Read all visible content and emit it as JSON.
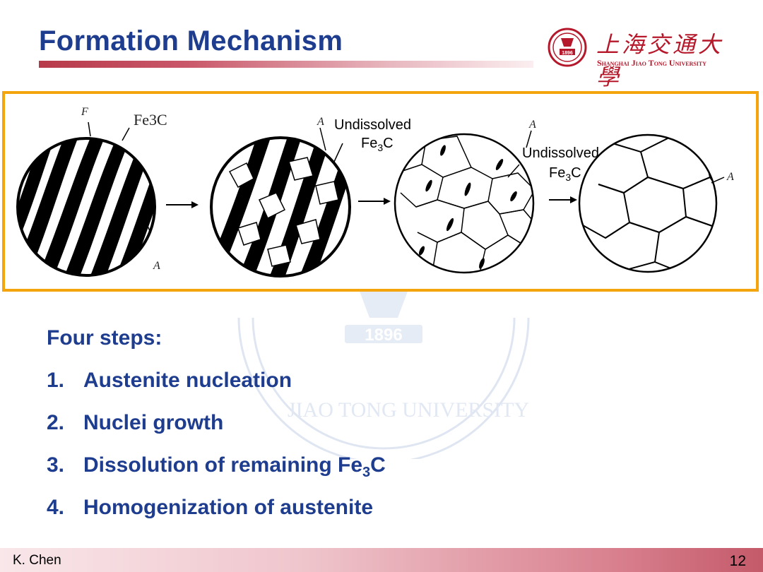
{
  "slide": {
    "title": "Formation Mechanism",
    "logo": {
      "chinese": "上海交通大學",
      "english": "Shanghai Jiao Tong University",
      "seal_year": "1896"
    },
    "figure": {
      "phase_labels": {
        "ferrite": "F",
        "cementite": "Fe3C",
        "austenite": "A"
      },
      "callouts": [
        {
          "line1": "Undissolved",
          "line2_base": "Fe",
          "line2_sub": "3",
          "line2_tail": "C"
        },
        {
          "line1": "Undissolved",
          "line2_base": "Fe",
          "line2_sub": "3",
          "line2_tail": "C"
        }
      ]
    },
    "heading": "Four steps:",
    "steps": [
      {
        "num": "1.",
        "text": "Austenite nucleation"
      },
      {
        "num": "2.",
        "text": "Nuclei growth"
      },
      {
        "num": "3.",
        "text_before": "Dissolution of remaining Fe",
        "sub": "3",
        "text_after": "C"
      },
      {
        "num": "4.",
        "text": "Homogenization of austenite"
      }
    ],
    "footer": {
      "author": "K. Chen",
      "page": "12"
    },
    "colors": {
      "title": "#1f3d8f",
      "accent_bar": "#b73a4a",
      "frame": "#f4a40c",
      "logo": "#b4182a"
    }
  }
}
